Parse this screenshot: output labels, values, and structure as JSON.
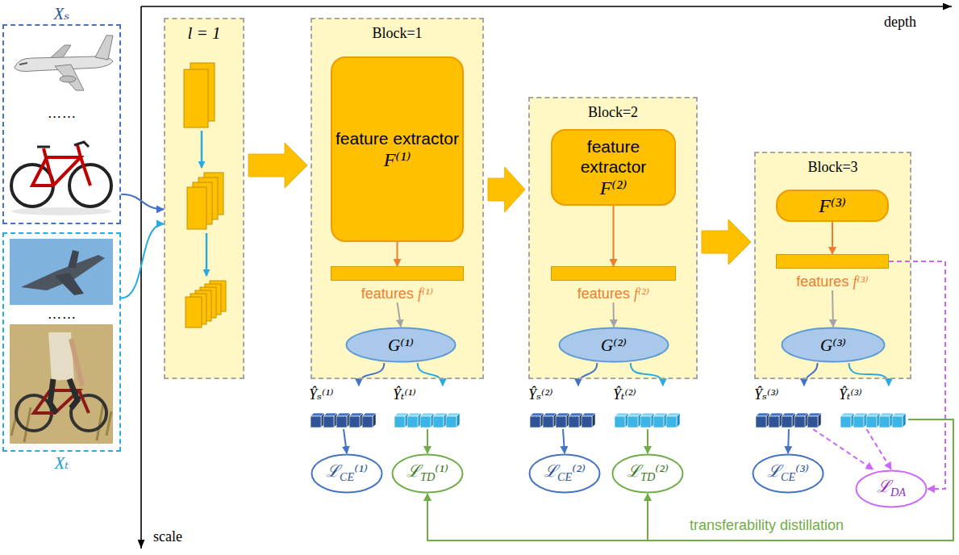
{
  "diagram": {
    "nodes": [
      {
        "text": [
          "Xₛ",
          "……"
        ]
      },
      {
        "text": [
          "……",
          "Xₜ"
        ]
      },
      {
        "text": [
          "l = 1"
        ]
      },
      {
        "text": [
          "Block=1"
        ]
      },
      {
        "text": [
          "feature extractor",
          "F⁽¹⁾"
        ],
        "in": 3
      },
      {
        "text": [
          "features f⁽¹⁾"
        ],
        "in": 3
      },
      {
        "text": [
          "G⁽¹⁾"
        ],
        "in": 3
      },
      {
        "text": [
          "Block=2"
        ]
      },
      {
        "text": [
          "feature extractor",
          "F⁽²⁾"
        ],
        "in": 7
      },
      {
        "text": [
          "features f⁽²⁾"
        ],
        "in": 7
      },
      {
        "text": [
          "G⁽²⁾"
        ],
        "in": 7
      },
      {
        "text": [
          "Block=3"
        ]
      },
      {
        "text": [
          "F⁽³⁾"
        ],
        "in": 11
      },
      {
        "text": [
          "features f⁽³⁾"
        ],
        "in": 11
      },
      {
        "text": [
          "G⁽³⁾"
        ],
        "in": 11
      },
      {
        "text": [
          "Ŷₛ⁽¹⁾"
        ]
      },
      {
        "text": [
          "Ŷₜ⁽¹⁾"
        ]
      },
      {
        "text": [
          "ℒCE⁽¹⁾"
        ]
      },
      {
        "text": [
          "ℒTD⁽¹⁾"
        ]
      },
      {
        "text": [
          "Ŷₛ⁽²⁾"
        ]
      },
      {
        "text": [
          "Ŷₜ⁽²⁾"
        ]
      },
      {
        "text": [
          "ℒCE⁽²⁾"
        ]
      },
      {
        "text": [
          "ℒTD⁽²⁾"
        ]
      },
      {
        "text": [
          "Ŷₛ⁽³⁾"
        ]
      },
      {
        "text": [
          "Ŷₜ⁽³⁾"
        ]
      },
      {
        "text": [
          "ℒCE⁽³⁾"
        ]
      },
      {
        "text": [
          "ℒDA"
        ]
      }
    ],
    "edges": [
      {
        "from": 0,
        "to": 2,
        "arrow": "to"
      },
      {
        "from": 1,
        "to": 2,
        "arrow": "to"
      },
      {
        "from": 2,
        "to": 3,
        "arrow": "to"
      },
      {
        "from": 3,
        "to": 7,
        "arrow": "to"
      },
      {
        "from": 7,
        "to": 11,
        "arrow": "to"
      },
      {
        "from": 4,
        "to": 5,
        "arrow": "to"
      },
      {
        "from": 5,
        "to": 6,
        "arrow": "to"
      },
      {
        "from": 8,
        "to": 9,
        "arrow": "to"
      },
      {
        "from": 9,
        "to": 10,
        "arrow": "to"
      },
      {
        "from": 12,
        "to": 13,
        "arrow": "to"
      },
      {
        "from": 13,
        "to": 14,
        "arrow": "to"
      },
      {
        "from": 6,
        "to": 15,
        "arrow": "to"
      },
      {
        "from": 6,
        "to": 16,
        "arrow": "to"
      },
      {
        "from": 10,
        "to": 19,
        "arrow": "to"
      },
      {
        "from": 10,
        "to": 20,
        "arrow": "to"
      },
      {
        "from": 14,
        "to": 23,
        "arrow": "to"
      },
      {
        "from": 14,
        "to": 24,
        "arrow": "to"
      },
      {
        "from": 15,
        "to": 17,
        "arrow": "to"
      },
      {
        "from": 16,
        "to": 18,
        "arrow": "to"
      },
      {
        "from": 19,
        "to": 21,
        "arrow": "to"
      },
      {
        "from": 20,
        "to": 22,
        "arrow": "to"
      },
      {
        "from": 23,
        "to": 25,
        "arrow": "to"
      },
      {
        "from": 23,
        "to": 26,
        "arrow": "to"
      },
      {
        "from": 24,
        "to": 26,
        "arrow": "to"
      },
      {
        "from": 13,
        "to": 26,
        "arrow": "to"
      },
      {
        "from": 24,
        "to": 22,
        "label": "transferability distillation",
        "arrow": "to"
      },
      {
        "from": 24,
        "to": 18,
        "arrow": "to"
      }
    ],
    "labels": [
      "depth",
      "scale"
    ]
  }
}
